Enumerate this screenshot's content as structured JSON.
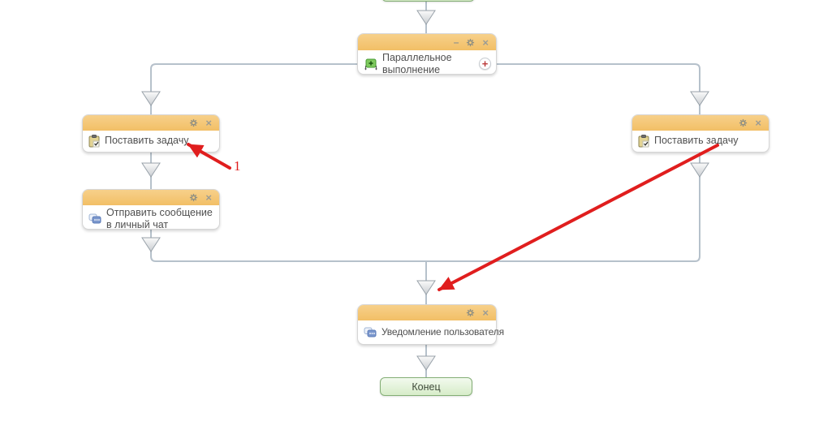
{
  "canvas": {
    "kind": "business-process-designer"
  },
  "nodes": {
    "parallel": {
      "title": "Параллельное выполнение",
      "icon": "parallel-execution-icon"
    },
    "task_left": {
      "title": "Поставить задачу",
      "icon": "task-clipboard-icon"
    },
    "send_message": {
      "title": "Отправить сообщение в личный чат",
      "icon": "chat-message-icon"
    },
    "task_right": {
      "title": "Поставить задачу",
      "icon": "task-clipboard-icon"
    },
    "notification": {
      "title": "Уведомление пользователя",
      "icon": "chat-message-icon"
    },
    "end": {
      "label": "Конец"
    }
  },
  "window_controls": {
    "minimize": "–",
    "close": "×"
  },
  "annotations": {
    "marker_1": "1"
  },
  "colors": {
    "node_header": "#f5c877",
    "connector": "#b6c1cb",
    "annotation_red": "#e01e1e",
    "terminal_border": "#84ae76",
    "terminal_fill": "#e3f3d8"
  }
}
